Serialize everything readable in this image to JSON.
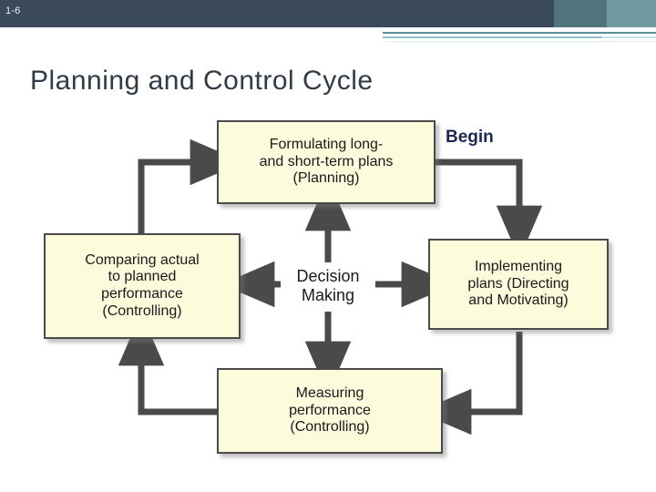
{
  "header": {
    "slide_number": "1-6",
    "accent_color": "#5a7f86",
    "band_color": "#3b4a5a"
  },
  "title": "Planning and Control Cycle",
  "diagram": {
    "type": "cycle-flow",
    "node_fill": "#fcfbdc",
    "node_border": "#4a4a4a",
    "arrow_color": "#4a4a4a",
    "begin_label": "Begin",
    "nodes": [
      {
        "id": "planning",
        "label": "Formulating long-\nand short-term plans\n(Planning)",
        "boxed": true
      },
      {
        "id": "controlling-compare",
        "label": "Comparing actual\nto planned\nperformance\n(Controlling)",
        "boxed": true
      },
      {
        "id": "decision-making",
        "label": "Decision\nMaking",
        "boxed": false
      },
      {
        "id": "directing",
        "label": "Implementing\nplans (Directing\nand Motivating)",
        "boxed": true
      },
      {
        "id": "controlling-measure",
        "label": "Measuring\nperformance\n(Controlling)",
        "boxed": true
      }
    ],
    "connections": [
      {
        "from": "planning",
        "to": "directing",
        "label": ""
      },
      {
        "from": "directing",
        "to": "controlling-measure",
        "label": ""
      },
      {
        "from": "controlling-measure",
        "to": "controlling-compare",
        "label": ""
      },
      {
        "from": "controlling-compare",
        "to": "planning",
        "label": ""
      },
      {
        "from": "decision-making",
        "to": "planning",
        "label": ""
      },
      {
        "from": "decision-making",
        "to": "directing",
        "label": ""
      },
      {
        "from": "decision-making",
        "to": "controlling-measure",
        "label": ""
      },
      {
        "from": "decision-making",
        "to": "controlling-compare",
        "label": ""
      }
    ]
  }
}
